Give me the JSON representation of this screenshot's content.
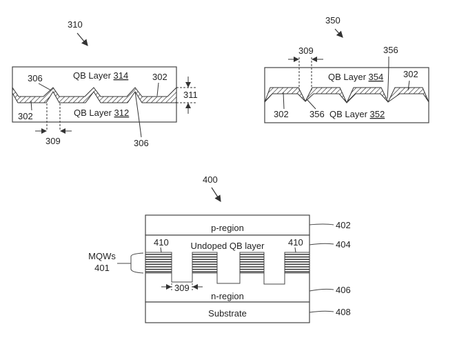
{
  "fig310": {
    "ref": "310",
    "layer_top": "QB Layer ",
    "layer_top_num": "314",
    "layer_bottom": "QB Layer ",
    "layer_bottom_num": "312",
    "label_306a": "306",
    "label_306b": "306",
    "label_302a": "302",
    "label_302b": "302",
    "label_309": "309",
    "label_311": "311"
  },
  "fig350": {
    "ref": "350",
    "layer_top": "QB Layer ",
    "layer_top_num": "354",
    "layer_bottom": "QB Layer ",
    "layer_bottom_num": "352",
    "label_309": "309",
    "label_356a": "356",
    "label_356b": "356",
    "label_302a": "302",
    "label_302b": "302"
  },
  "fig400": {
    "ref": "400",
    "p_region": "p-region",
    "undoped": "Undoped QB layer",
    "n_region": "n-region",
    "substrate": "Substrate",
    "mqws_line1": "MQWs",
    "mqws_line2": "401",
    "label_410a": "410",
    "label_410b": "410",
    "label_309": "309",
    "label_402": "402",
    "label_404": "404",
    "label_406": "406",
    "label_408": "408"
  }
}
